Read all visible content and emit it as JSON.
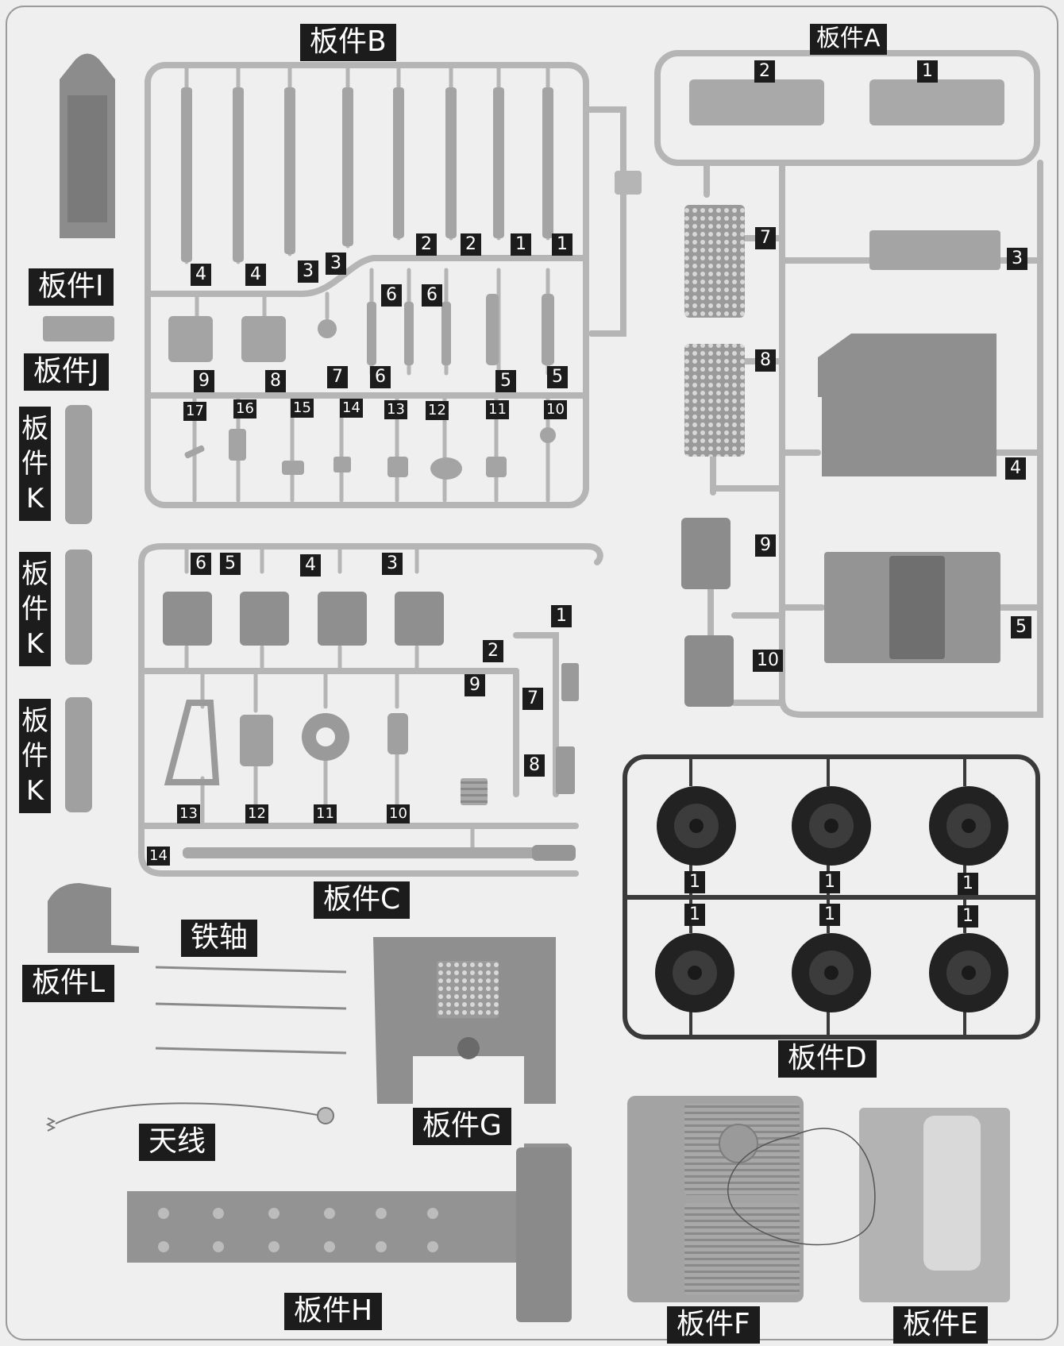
{
  "sheet_labels": {
    "A": "板件A",
    "B": "板件B",
    "C": "板件C",
    "D": "板件D",
    "E": "板件E",
    "F": "板件F",
    "G": "板件G",
    "H": "板件H",
    "I": "板件I",
    "J": "板件J",
    "K": "板件K",
    "L": "板件L",
    "axle": "铁轴",
    "antenna": "天线"
  },
  "part_numbers": {
    "A": [
      "2",
      "1",
      "7",
      "3",
      "8",
      "4",
      "9",
      "5",
      "10"
    ],
    "B": [
      "2",
      "2",
      "1",
      "1",
      "4",
      "4",
      "3",
      "3",
      "6",
      "6",
      "9",
      "8",
      "7",
      "6",
      "5",
      "5",
      "17",
      "16",
      "15",
      "14",
      "13",
      "12",
      "11",
      "10"
    ],
    "C": [
      "6",
      "5",
      "4",
      "3",
      "1",
      "2",
      "9",
      "7",
      "8",
      "13",
      "12",
      "11",
      "10",
      "14"
    ],
    "D": [
      "1",
      "1",
      "1",
      "1",
      "1",
      "1"
    ]
  },
  "colors": {
    "background": "#eeeeee",
    "label_bg": "#1c1c1c",
    "plastic": "#a9a9a9",
    "tire": "#2a2a2a"
  }
}
